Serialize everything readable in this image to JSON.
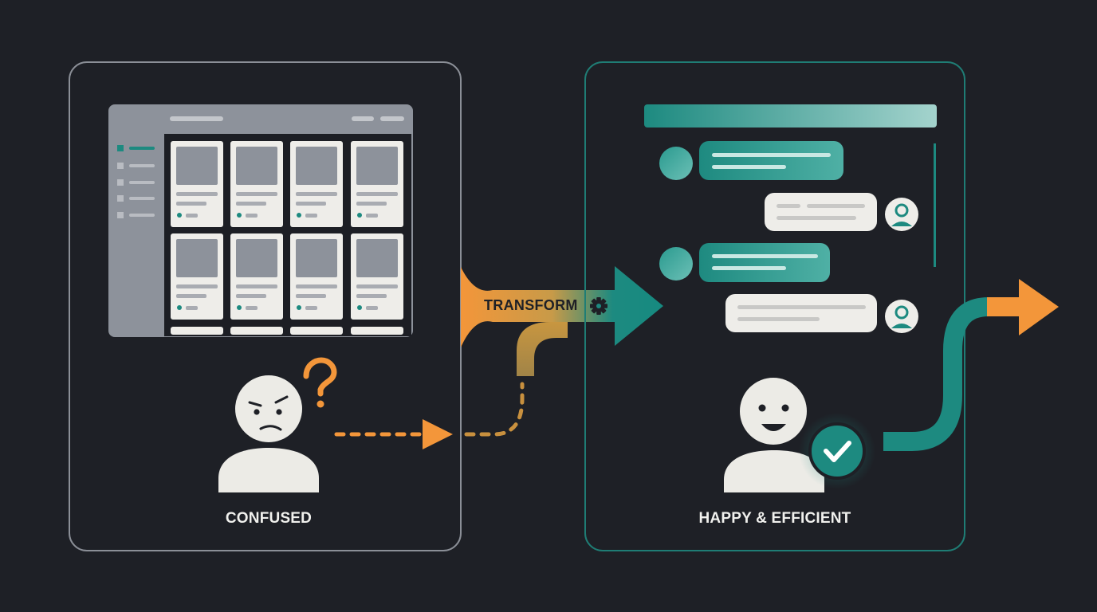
{
  "labels": {
    "before": "CONFUSED",
    "after": "HAPPY & EFFICIENT",
    "transform": "TRANSFORM"
  },
  "icons": {
    "before_persona": "confused-person-icon",
    "question": "question-mark-icon",
    "transform": "gear-icon",
    "after_persona": "happy-person-icon",
    "success": "check-circle-icon",
    "chat_avatar": "user-avatar-icon"
  },
  "colors": {
    "background": "#1e2026",
    "teal": "#1d8a80",
    "orange": "#f3963a",
    "panel_border_left": "#8b8f97",
    "panel_border_right": "#1f7d75",
    "text": "#f1f1ee"
  }
}
